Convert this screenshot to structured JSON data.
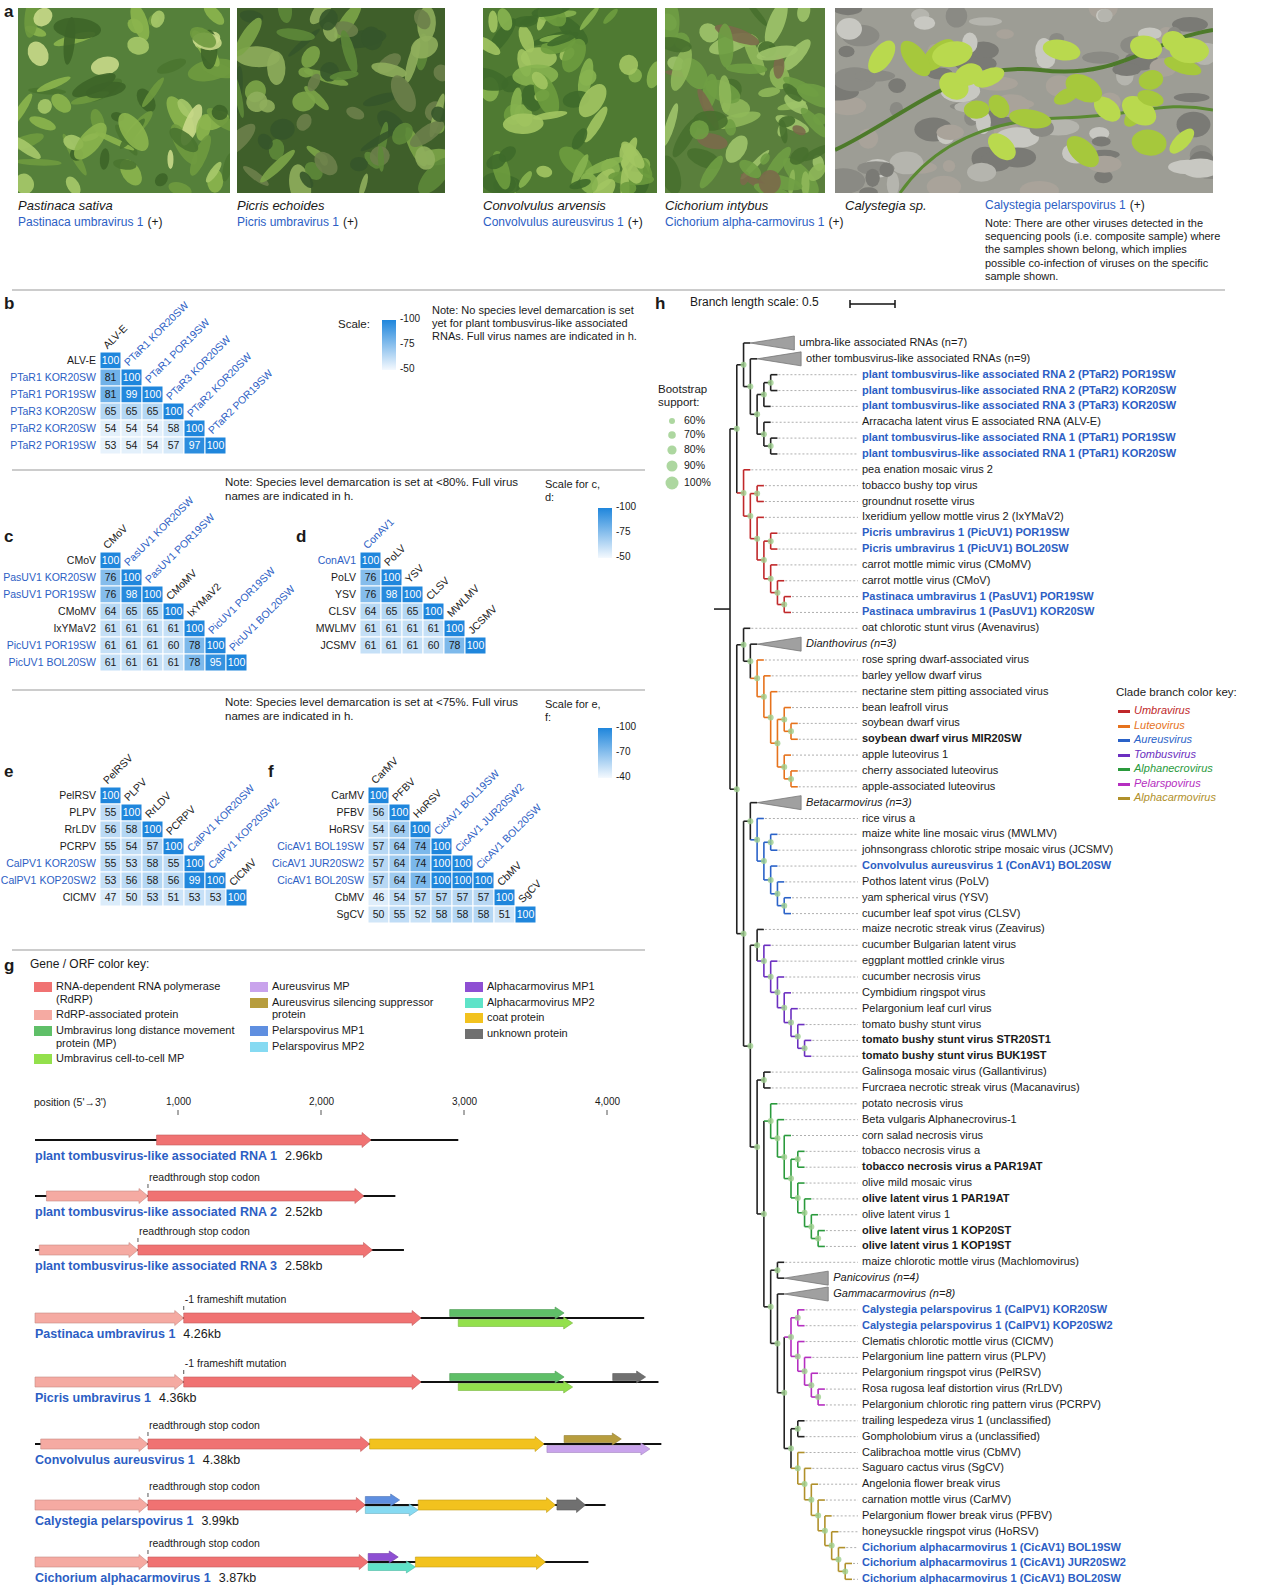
{
  "diagram": {
    "labels": [
      "a",
      "Pastinaca sativa",
      "Pastinaca umbravirus 1",
      "(+)",
      "Picris echoides",
      "Picris umbravirus 1",
      "(+)",
      "Convolvulus arvensis",
      "Convolvulus aureusvirus 1",
      "(+)",
      "Cichorium intybus",
      "Cichorium alpha-carmovirus 1",
      "(+)",
      "Calystegia sp.",
      "Calystegia pelarspovirus 1",
      "(+)",
      "Note: There are other viruses detected in the sequencing pools (i.e. composite sample) where the samples shown belong, which implies possible co-infection of viruses on the specific sample shown.",
      "b",
      "ALV-E",
      "PTaR1 KOR20SW",
      "PTaR1 POR19SW",
      "PTaR3 KOR20SW",
      "PTaR2 KOR20SW",
      "PTaR2 POR19SW",
      "ALV-E",
      "PTaR1 KOR20SW",
      "PTaR1 POR19SW",
      "PTaR3 KOR20SW",
      "PTaR2 KOR20SW",
      "PTaR2 POR19SW",
      "100",
      "81",
      "100",
      "81",
      "99",
      "100",
      "65",
      "65",
      "65",
      "100",
      "54",
      "54",
      "54",
      "58",
      "100",
      "53",
      "54",
      "54",
      "57",
      "97",
      "100",
      "Scale:",
      "-100",
      "-75",
      "-50",
      "Note: No species level demarcation is set yet for plant tombusvirus-like associated RNAs. Full virus names are indicated in h.",
      "Note: Species level demarcation is set at <80%. Full virus names are indicated in h.",
      "Scale for c, d:",
      "-100",
      "-75",
      "-50",
      "c",
      "CMoV",
      "PasUV1 KOR20SW",
      "PasUV1 POR19SW",
      "CMoMV",
      "IxYMaV2",
      "PicUV1 POR19SW",
      "PicUV1 BOL20SW",
      "CMoV",
      "PasUV1 KOR20SW",
      "PasUV1 POR19SW",
      "CMoMV",
      "IxYMaV2",
      "PicUV1 POR19SW",
      "PicUV1 BOL20SW",
      "100",
      "76",
      "100",
      "76",
      "98",
      "100",
      "64",
      "65",
      "65",
      "100",
      "61",
      "61",
      "61",
      "61",
      "100",
      "61",
      "61",
      "61",
      "60",
      "78",
      "100",
      "61",
      "61",
      "61",
      "61",
      "78",
      "95",
      "100",
      "d",
      "ConAV1",
      "PoLV",
      "YSV",
      "CLSV",
      "MWLMV",
      "JCSMV",
      "ConAV1",
      "PoLV",
      "YSV",
      "CLSV",
      "MWLMV",
      "JCSMV",
      "100",
      "76",
      "100",
      "76",
      "98",
      "100",
      "64",
      "65",
      "65",
      "100",
      "61",
      "61",
      "61",
      "61",
      "100",
      "61",
      "61",
      "61",
      "60",
      "78",
      "100",
      "Note: Species level demarcation is set at <75%. Full virus names are indicated in h.",
      "Scale for e, f:",
      "-100",
      "-70",
      "-40",
      "e",
      "PelRSV",
      "PLPV",
      "RrLDV",
      "PCRPV",
      "CalPV1 KOR20SW",
      "CalPV1 KOP20SW2",
      "ClCMV",
      "PelRSV",
      "PLPV",
      "RrLDV",
      "PCRPV",
      "CalPV1 KOR20SW",
      "CalPV1 KOP20SW2",
      "ClCMV",
      "100",
      "55",
      "100",
      "56",
      "58",
      "100",
      "55",
      "54",
      "57",
      "100",
      "55",
      "53",
      "58",
      "55",
      "100",
      "53",
      "56",
      "58",
      "56",
      "99",
      "100",
      "47",
      "50",
      "53",
      "51",
      "53",
      "53",
      "100",
      "f",
      "CarMV",
      "PFBV",
      "HoRSV",
      "CicAV1 BOL19SW",
      "CicAV1 JUR20SW2",
      "CicAV1 BOL20SW",
      "CbMV",
      "SgCV",
      "CarMV",
      "PFBV",
      "HoRSV",
      "CicAV1 BOL19SW",
      "CicAV1 JUR20SW2",
      "CicAV1 BOL20SW",
      "CbMV",
      "SgCV",
      "100",
      "56",
      "100",
      "54",
      "64",
      "100",
      "57",
      "64",
      "74",
      "100",
      "57",
      "64",
      "74",
      "100",
      "100",
      "57",
      "64",
      "74",
      "100",
      "100",
      "100",
      "46",
      "54",
      "57",
      "57",
      "57",
      "57",
      "100",
      "50",
      "55",
      "52",
      "58",
      "58",
      "58",
      "51",
      "100",
      "g",
      "Gene / ORF color key:",
      "position (5'→3')",
      "1,000",
      "2,000",
      "3,000",
      "4,000",
      "plant tombusvirus-like associated RNA 1",
      "2.96kb",
      "readthrough stop codon",
      "plant tombusvirus-like associated RNA 2",
      "2.52kb",
      "readthrough stop codon",
      "plant tombusvirus-like associated RNA 3",
      "2.58kb",
      "-1 frameshift mutation",
      "Pastinaca umbravirus 1",
      "4.26kb",
      "-1 frameshift mutation",
      "Picris umbravirus 1",
      "4.36kb",
      "readthrough stop codon",
      "Convolvulus aureusvirus 1",
      "4.38kb",
      "readthrough stop codon",
      "Calystegia pelarspovirus 1",
      "3.99kb",
      "readthrough stop codon",
      "Cichorium alphacarmovirus 1",
      "3.87kb",
      "h",
      "Branch length scale: 0.5",
      "Bootstrap support:",
      "umbra-like associated RNAs (n=7)",
      "other tombusvirus-like associated RNAs (n=9)",
      "plant tombusvirus-like associated RNA 2 (PTaR2) POR19SW",
      "plant tombusvirus-like associated RNA 2 (PTaR2) KOR20SW",
      "plant tombusvirus-like associated RNA 3 (PTaR3) KOR20SW",
      "Arracacha latent virus E associated RNA (ALV-E)",
      "plant tombusvirus-like associated RNA 1 (PTaR1) POR19SW",
      "plant tombusvirus-like associated RNA 1 (PTaR1) KOR20SW",
      "pea enation mosaic virus 2",
      "tobacco bushy top virus",
      "groundnut rosette virus",
      "Ixeridium yellow mottle virus 2 (IxYMaV2)",
      "Picris umbravirus 1 (PicUV1) POR19SW",
      "Picris umbravirus 1 (PicUV1) BOL20SW",
      "carrot mottle mimic virus (CMoMV)",
      "carrot mottle virus (CMoV)",
      "Pastinaca umbravirus 1 (PasUV1) POR19SW",
      "Pastinaca umbravirus 1 (PasUV1) KOR20SW",
      "oat chlorotic stunt virus (Avenavirus)",
      "Dianthovirus (n=3)",
      "rose spring dwarf-associated virus",
      "barley yellow dwarf virus",
      "nectarine stem pitting associated virus",
      "bean leafroll virus",
      "soybean dwarf virus",
      "soybean dwarf virus MIR20SW",
      "apple luteovirus 1",
      "cherry associated luteovirus",
      "apple-associated luteovirus",
      "Betacarmovirus (n=3)",
      "rice virus a",
      "maize white line mosaic virus (MWLMV)",
      "johnsongrass chlorotic stripe mosaic virus (JCSMV)",
      "Convolvulus aureusvirus 1 (ConAV1) BOL20SW",
      "Pothos latent virus (PoLV)",
      "yam spherical virus (YSV)",
      "cucumber leaf spot virus (CLSV)",
      "maize necrotic streak virus (Zeavirus)",
      "cucumber Bulgarian latent virus",
      "eggplant mottled crinkle virus",
      "cucumber necrosis virus",
      "Cymbidium ringspot virus",
      "Pelargonium leaf curl virus",
      "tomato bushy stunt virus",
      "tomato bushy stunt virus STR20ST1",
      "tomato bushy stunt virus BUK19ST",
      "Galinsoga mosaic virus (Gallantivirus)",
      "Furcraea necrotic streak virus (Macanavirus)",
      "potato necrosis virus",
      "Beta vulgaris Alphanecrovirus-1",
      "corn salad necrosis virus",
      "tobacco necrosis virus a",
      "tobacco necrosis virus a PAR19AT",
      "olive mild mosaic virus",
      "olive latent virus 1 PAR19AT",
      "olive latent virus 1",
      "olive latent virus 1 KOP20ST",
      "olive latent virus 1 KOP19ST",
      "maize chlorotic mottle virus (Machlomovirus)",
      "Panicovirus (n=4)",
      "Gammacarmovirus (n=8)",
      "Calystegia pelarspovirus 1 (CalPV1) KOR20SW",
      "Calystegia pelarspovirus 1 (CalPV1) KOP20SW2",
      "Clematis chlorotic mottle virus (ClCMV)",
      "Pelargonium line pattern virus (PLPV)",
      "Pelargonium ringspot virus (PelRSV)",
      "Rosa rugosa leaf distortion virus (RrLDV)",
      "Pelargonium chlorotic ring pattern virus (PCRPV)",
      "trailing lespedeza virus 1 (unclassified)",
      "Gompholobium virus a (unclassified)",
      "Calibrachoa mottle virus (CbMV)",
      "Saguaro cactus virus (SgCV)",
      "Angelonia flower break virus",
      "carnation mottle virus (CarMV)",
      "Pelargonium flower break virus (PFBV)",
      "honeysuckle ringspot virus (HoRSV)",
      "Cichorium alphacarmovirus 1 (CicAV1) BOL19SW",
      "Cichorium alphacarmovirus 1 (CicAV1) JUR20SW2",
      "Cichorium alphacarmovirus 1 (CicAV1) BOL20SW",
      "Clade branch color key:"
    ],
    "legend": [
      {
        "text": "RNA-dependent RNA polymerase (RdRP)",
        "color": "#f07272"
      },
      {
        "text": "RdRP-associated protein",
        "color": "#f5aaa2"
      },
      {
        "text": "Umbravirus long distance movement protein (MP)",
        "color": "#5fbf68"
      },
      {
        "text": "Umbravirus cell-to-cell MP",
        "color": "#93e04c"
      },
      {
        "text": "Aureusvirus MP",
        "color": "#c9a3ec"
      },
      {
        "text": "Aureusvirus silencing suppressor protein",
        "color": "#b79d3e"
      },
      {
        "text": "Pelarspovirus MP1",
        "color": "#5f8fe0"
      },
      {
        "text": "Pelarspovirus MP2",
        "color": "#86daf2"
      },
      {
        "text": "Alphacarmovirus MP1",
        "color": "#8e4fd3"
      },
      {
        "text": "Alphacarmovirus MP2",
        "color": "#5fe3c8"
      },
      {
        "text": "coat protein",
        "color": "#f2c21e"
      },
      {
        "text": "unknown protein",
        "color": "#707070"
      },
      {
        "text": "60%"
      },
      {
        "text": "70%"
      },
      {
        "text": "80%"
      },
      {
        "text": "90%"
      },
      {
        "text": "100%"
      },
      {
        "text": "Umbravirus",
        "color": "#c0282a"
      },
      {
        "text": "Luteovirus",
        "color": "#e6721c"
      },
      {
        "text": "Aureusvirus",
        "color": "#2a62c8"
      },
      {
        "text": "Tombusvirus",
        "color": "#6b2fc0"
      },
      {
        "text": "Alphanecrovirus",
        "color": "#2a9a3c"
      },
      {
        "text": "Pelarspovirus",
        "color": "#b52ec0"
      },
      {
        "text": "Alphacarmovirus",
        "color": "#b0902a"
      }
    ]
  }
}
